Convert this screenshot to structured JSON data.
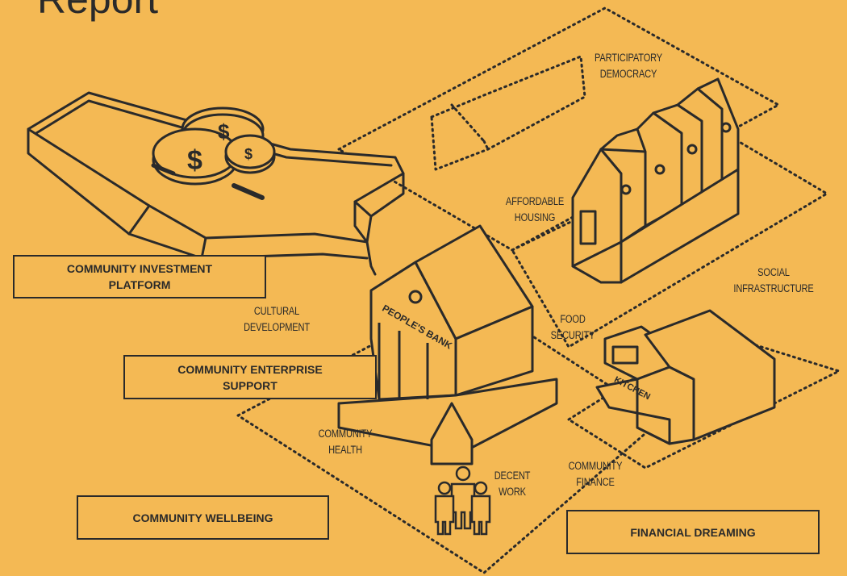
{
  "title": "Report",
  "colors": {
    "background": "#F4B954",
    "ink": "#2a2a2a"
  },
  "label_boxes": {
    "community_investment_platform": "COMMUNITY INVESTMENT\nPLATFORM",
    "community_enterprise_support": "COMMUNITY ENTERPRISE\nSUPPORT",
    "community_wellbeing": "COMMUNITY WELLBEING",
    "financial_dreaming": "FINANCIAL DREAMING"
  },
  "labels": {
    "participatory_democracy_1": "PARTICIPATORY",
    "participatory_democracy_2": "DEMOCRACY",
    "affordable_housing_1": "AFFORDABLE",
    "affordable_housing_2": "HOUSING",
    "social_infrastructure_1": "SOCIAL",
    "social_infrastructure_2": "INFRASTRUCTURE",
    "cultural_development_1": "CULTURAL",
    "cultural_development_2": "DEVELOPMENT",
    "food_security_1": "FOOD",
    "food_security_2": "SECURITY",
    "community_health_1": "COMMUNITY",
    "community_health_2": "HEALTH",
    "decent_work_1": "DECENT",
    "decent_work_2": "WORK",
    "community_finance_1": "COMMUNITY",
    "community_finance_2": "FINANCE"
  },
  "building_signs": {
    "bank": "PEOPLE'S BANK",
    "kitchen": "KITCHEN"
  },
  "icons": [
    "coin-stack-icon",
    "dollar-sign-icon",
    "houses-icon",
    "bank-icon",
    "kitchen-icon",
    "people-icon"
  ]
}
